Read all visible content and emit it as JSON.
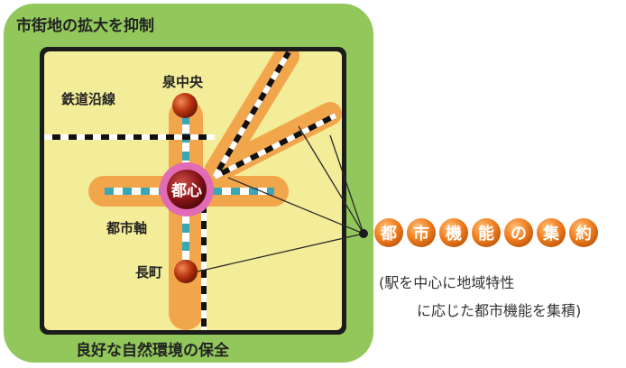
{
  "title_top": "市街地の拡大を抑制",
  "title_bottom": "良好な自然環境の保全",
  "labels": {
    "railway": "鉄道沿線",
    "izumi_chuo": "泉中央",
    "toshin": "都心",
    "toshi_jiku": "都市軸",
    "nagamachi": "長町"
  },
  "callout": {
    "chars": [
      "都",
      "市",
      "機",
      "能",
      "の",
      "集",
      "約"
    ],
    "note_line1": "(駅を中心に地域特性",
    "note_line2": "に応じた都市機能を集積)"
  },
  "colors": {
    "green_border": "#92c85b",
    "map_fill": "#f3ec99",
    "axis_orange": "#f2a64b",
    "station_red": "#a82a0c",
    "toshin_pink": "#e26bb5",
    "callout_orange": "#ee7b22"
  }
}
